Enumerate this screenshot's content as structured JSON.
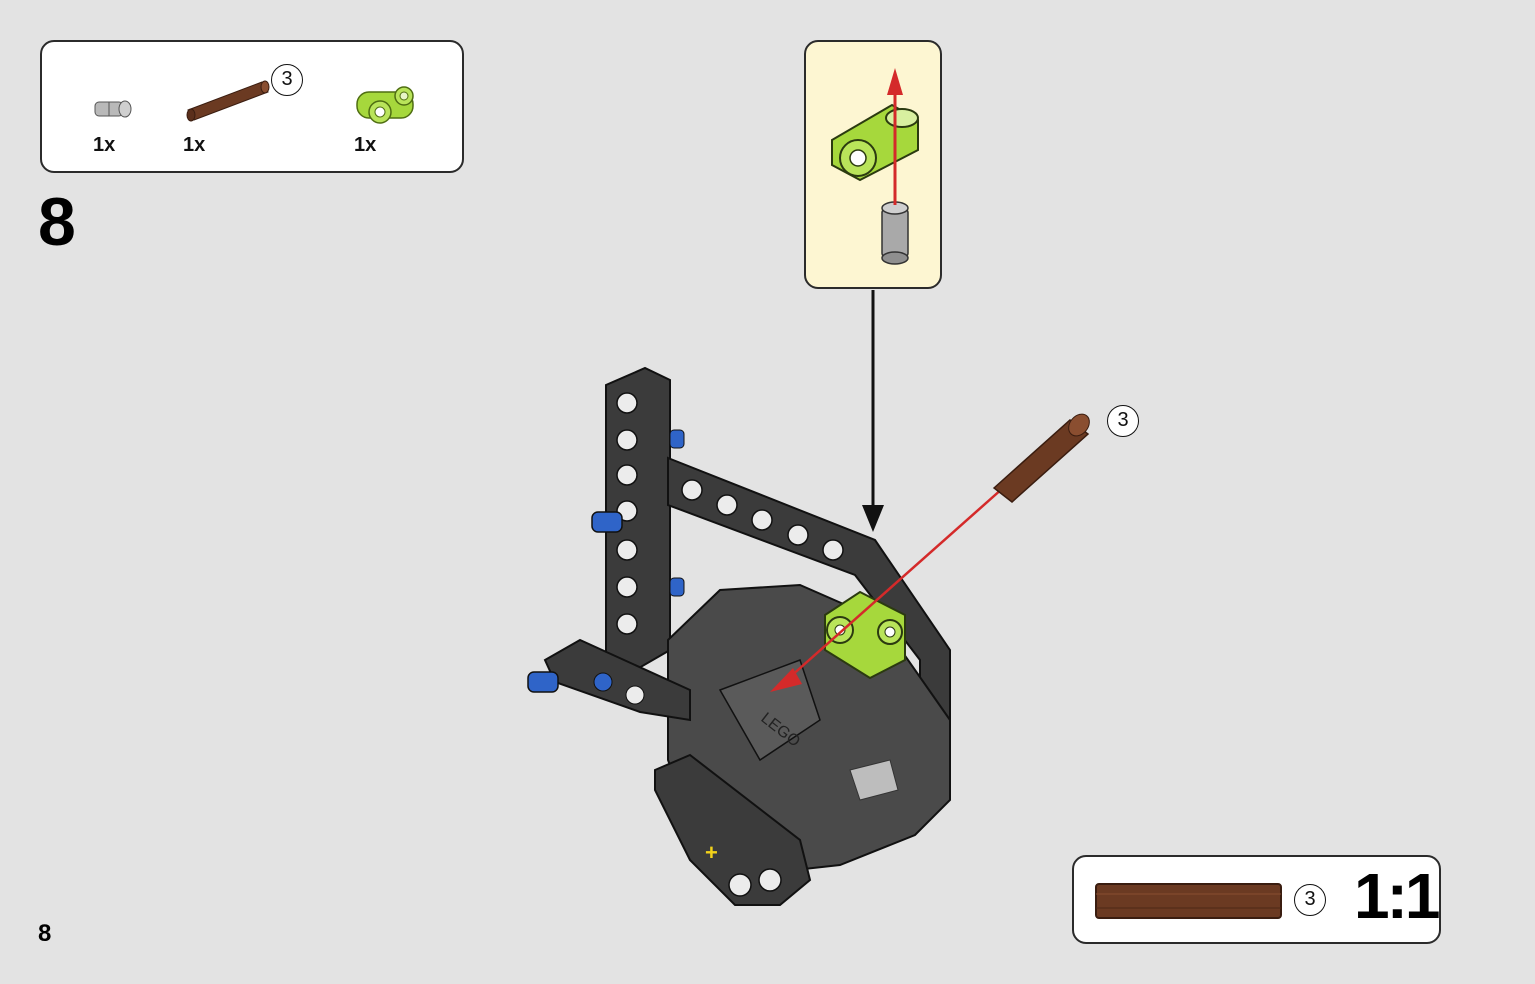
{
  "parts_list": {
    "items": [
      {
        "part": "grey-pin-icon",
        "qty": "1x"
      },
      {
        "part": "brown-axle-icon",
        "qty": "1x",
        "length": "3"
      },
      {
        "part": "lime-connector-icon",
        "qty": "1x"
      }
    ]
  },
  "step_number": "8",
  "page_number": "8",
  "callouts": {
    "main_axle_length": "3",
    "scale_axle_length": "3"
  },
  "scale": {
    "label": "1:1"
  },
  "colors": {
    "axle_brown": "#6b3a22",
    "connector_lime": "#a6d83c",
    "pin_blue": "#2f64c8",
    "beam_dark": "#3b3b3b",
    "arrow_red": "#d42a2a",
    "callout_bg": "#fdf6d2"
  }
}
